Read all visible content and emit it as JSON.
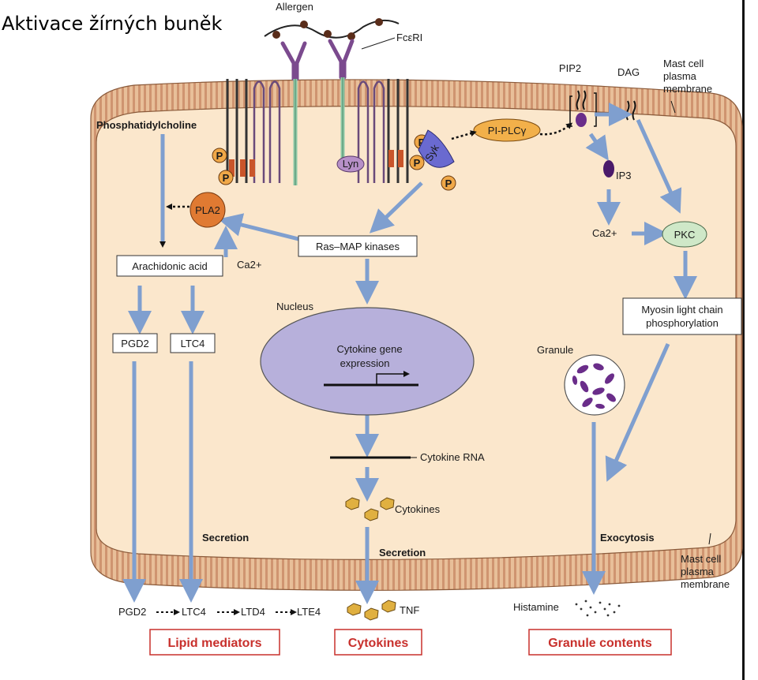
{
  "title": "Aktivace žírných buněk",
  "colors": {
    "membrane": "#e3b690",
    "membrane_stripe": "#c98a63",
    "cytoplasm": "#fbe7cc",
    "arrow": "#7f9fcf",
    "nucleus": "#b7b0db",
    "output_label": "#c8302c",
    "receptor": "#7b4a8e",
    "phosphate": "#f0a848",
    "pla2": "#e07a32",
    "pkc": "#cfe8c8"
  },
  "labels": {
    "allergen": "Allergen",
    "fceri": "FcεRI",
    "pip2": "PIP2",
    "dag": "DAG",
    "mast_membrane_top": [
      "Mast cell",
      "plasma",
      "membrane"
    ],
    "mast_membrane_bottom": [
      "Mast cell",
      "plasma",
      "membrane"
    ],
    "phosphatidylcholine": "Phosphatidylcholine",
    "phosphate": "P",
    "lyn": "Lyn",
    "syk": "Syk",
    "pi_plc": "PI-PLCγ",
    "ip3": "IP3",
    "ca_right": "Ca2+",
    "ca_left": "Ca2+",
    "pkc": "PKC",
    "pla2": "PLA2",
    "ras_map": "Ras–MAP kinases",
    "arachidonic": "Arachidonic acid",
    "nucleus": "Nucleus",
    "myosin": [
      "Myosin light chain",
      "phosphorylation"
    ],
    "pgd2_box": "PGD2",
    "ltc4_box": "LTC4",
    "cytokine_gene": [
      "Cytokine gene",
      "expression"
    ],
    "granule": "Granule",
    "cytokine_rna": "Cytokine RNA",
    "cytokines": "Cytokines",
    "secretion_left": "Secretion",
    "secretion_mid": "Secretion",
    "exocytosis": "Exocytosis",
    "tnf": "TNF",
    "histamine": "Histamine",
    "lipid_chain": [
      "PGD2",
      "LTC4",
      "LTD4",
      "LTE4"
    ]
  },
  "outputs": {
    "lipid": "Lipid mediators",
    "cytokines": "Cytokines",
    "granule": "Granule contents"
  }
}
